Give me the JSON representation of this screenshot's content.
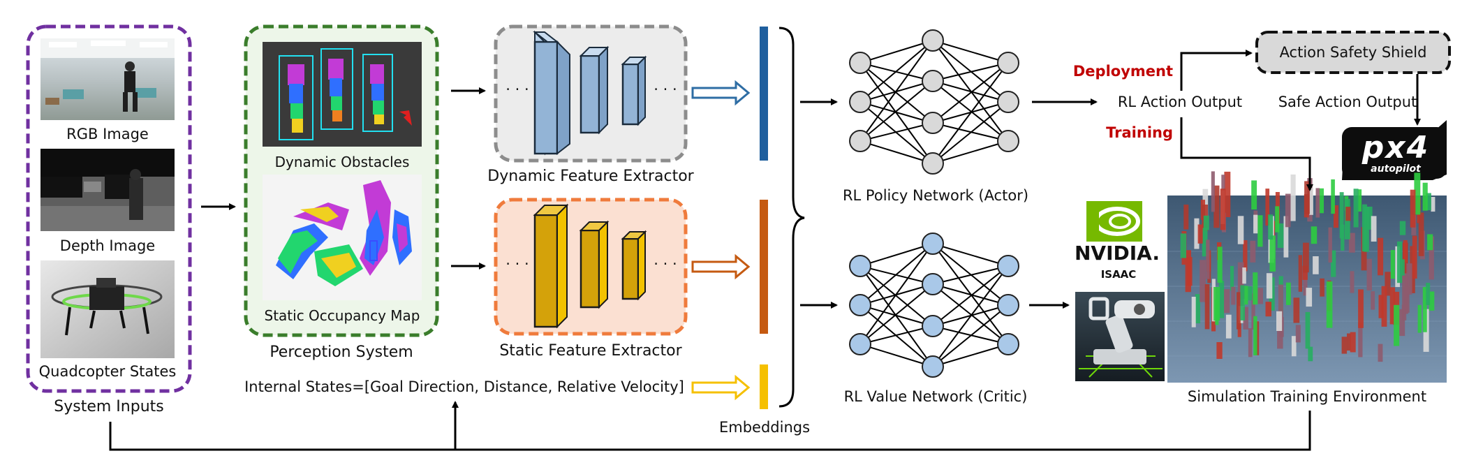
{
  "system_inputs": {
    "title": "System Inputs",
    "rgb_label": "RGB Image",
    "depth_label": "Depth Image",
    "states_label": "Quadcopter States"
  },
  "perception": {
    "title": "Perception System",
    "dynamic_label": "Dynamic Obstacles",
    "static_label": "Static Occupancy Map"
  },
  "extractors": {
    "dynamic_label": "Dynamic Feature Extractor",
    "static_label": "Static Feature Extractor",
    "ellipsis": "· · ·"
  },
  "internal_states": "Internal States=[Goal Direction, Distance, Relative Velocity]",
  "embeddings_label": "Embeddings",
  "networks": {
    "policy_label": "RL Policy Network (Actor)",
    "value_label": "RL Value Network (Critic)"
  },
  "action": {
    "deployment": "Deployment",
    "training": "Training",
    "rl_output": "RL Action Output",
    "shield": "Action Safety Shield",
    "safe_output": "Safe Action Output"
  },
  "logos": {
    "px4_text": "px4",
    "px4_sub": "autopilot",
    "nvidia_text": "NVIDIA.",
    "isaac_text": "ISAAC"
  },
  "simulation_label": "Simulation Training Environment",
  "colors": {
    "purple": "#7030a0",
    "green": "#3a7d2b",
    "gray_dash": "#8c8c8c",
    "orange_dash": "#ef7b3c",
    "blue_bar": "#1f5f9e",
    "orange_bar": "#c55a11",
    "yellow_bar": "#f5c000",
    "blue_block": "#93b4d6",
    "gold_block": "#d4a20a",
    "node_gray": "#d9d9d9",
    "node_blue": "#a9c8e8",
    "red_text": "#c00000",
    "nvidia_green": "#76b900"
  }
}
